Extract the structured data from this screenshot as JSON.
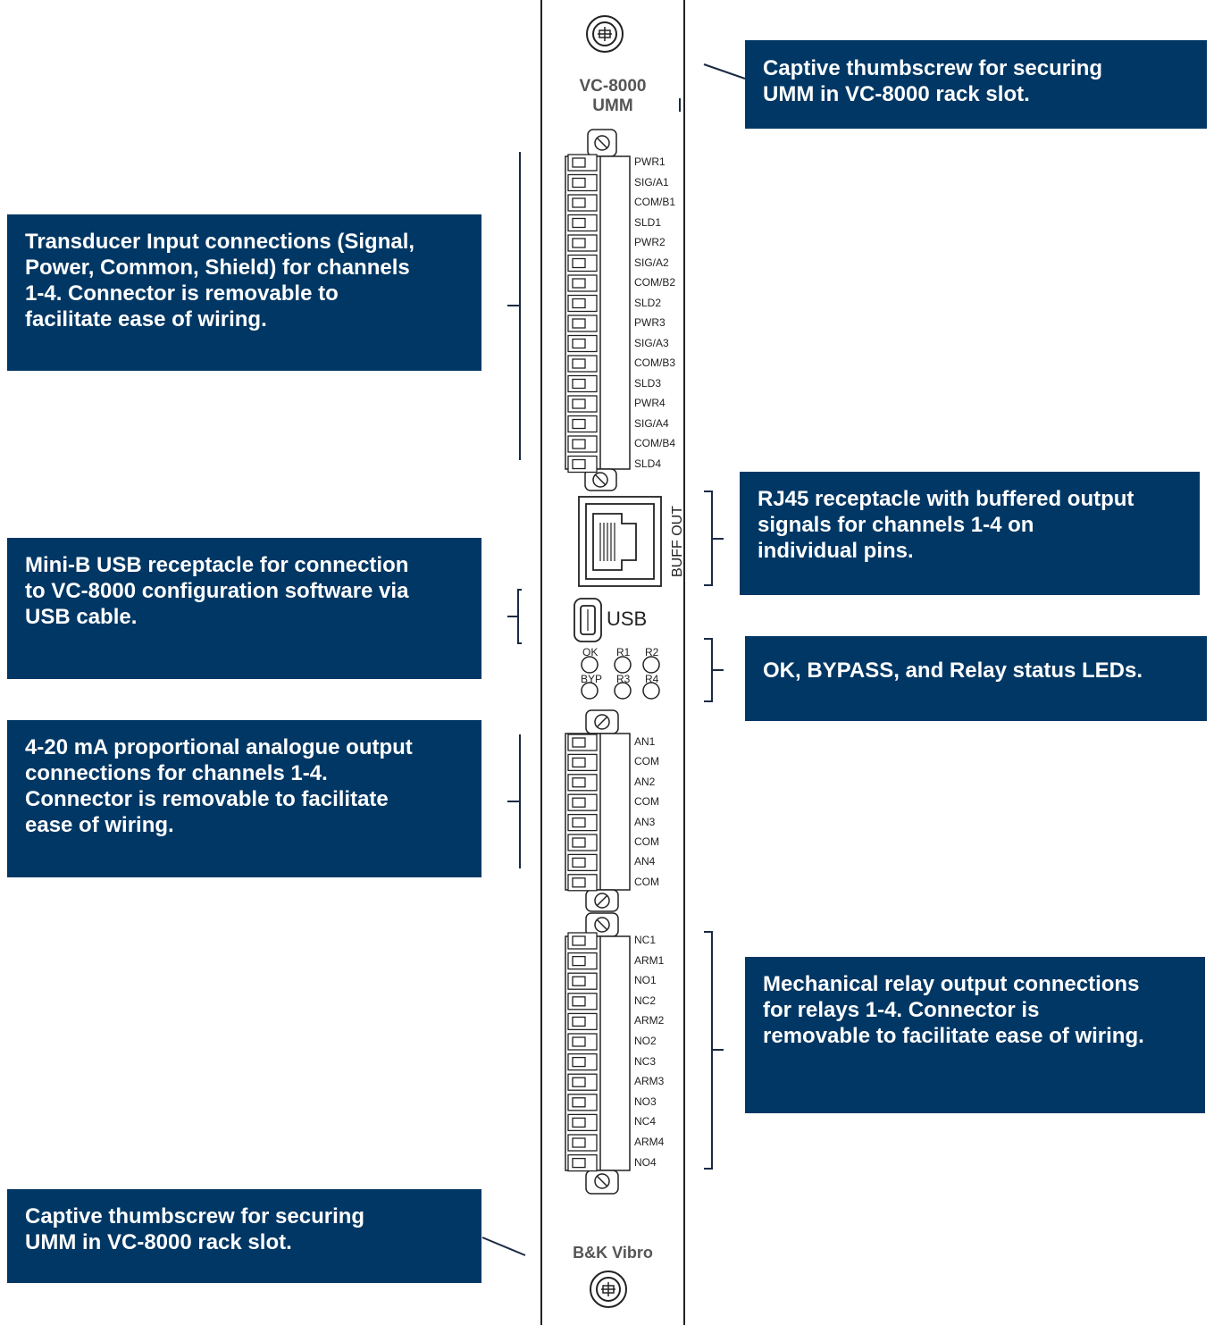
{
  "callouts": {
    "thumbscrew_top": "Captive thumbscrew for securing\nUMM in VC-8000 rack slot.",
    "transducer_input": "Transducer Input connections (Signal,\nPower, Common, Shield) for channels\n1-4.  Connector is removable to\nfacilitate ease of wiring.",
    "rj45": "RJ45 receptacle with buffered output\nsignals for channels 1-4 on\nindividual pins.",
    "usb": "Mini-B USB receptacle for connection\nto VC-8000 configuration software via\nUSB cable.",
    "leds": "OK, BYPASS, and Relay status LEDs.",
    "analog_output": "4-20 mA proportional analogue output\nconnections for channels 1-4.\nConnector is removable to facilitate\nease of wiring.",
    "relay_output": "Mechanical relay output connections\nfor relays 1-4. Connector is\nremovable to facilitate ease of wiring.",
    "thumbscrew_bottom": "Captive thumbscrew for securing\nUMM in VC-8000 rack slot."
  },
  "panel": {
    "model_line1": "VC-8000",
    "model_line2": "UMM",
    "buff_out": "BUFF OUT",
    "usb": "USB",
    "brand": "B&K Vibro",
    "leds": {
      "ok": "OK",
      "r1": "R1",
      "r2": "R2",
      "byp": "BYP",
      "r3": "R3",
      "r4": "R4"
    },
    "transducer_terminals": [
      "PWR1",
      "SIG/A1",
      "COM/B1",
      "SLD1",
      "PWR2",
      "SIG/A2",
      "COM/B2",
      "SLD2",
      "PWR3",
      "SIG/A3",
      "COM/B3",
      "SLD3",
      "PWR4",
      "SIG/A4",
      "COM/B4",
      "SLD4"
    ],
    "analog_terminals": [
      "AN1",
      "COM",
      "AN2",
      "COM",
      "AN3",
      "COM",
      "AN4",
      "COM"
    ],
    "relay_terminals": [
      "NC1",
      "ARM1",
      "NO1",
      "NC2",
      "ARM2",
      "NO2",
      "NC3",
      "ARM3",
      "NO3",
      "NC4",
      "ARM4",
      "NO4"
    ]
  },
  "colors": {
    "callout_bg": "#003764",
    "callout_text": "#ffffff"
  }
}
